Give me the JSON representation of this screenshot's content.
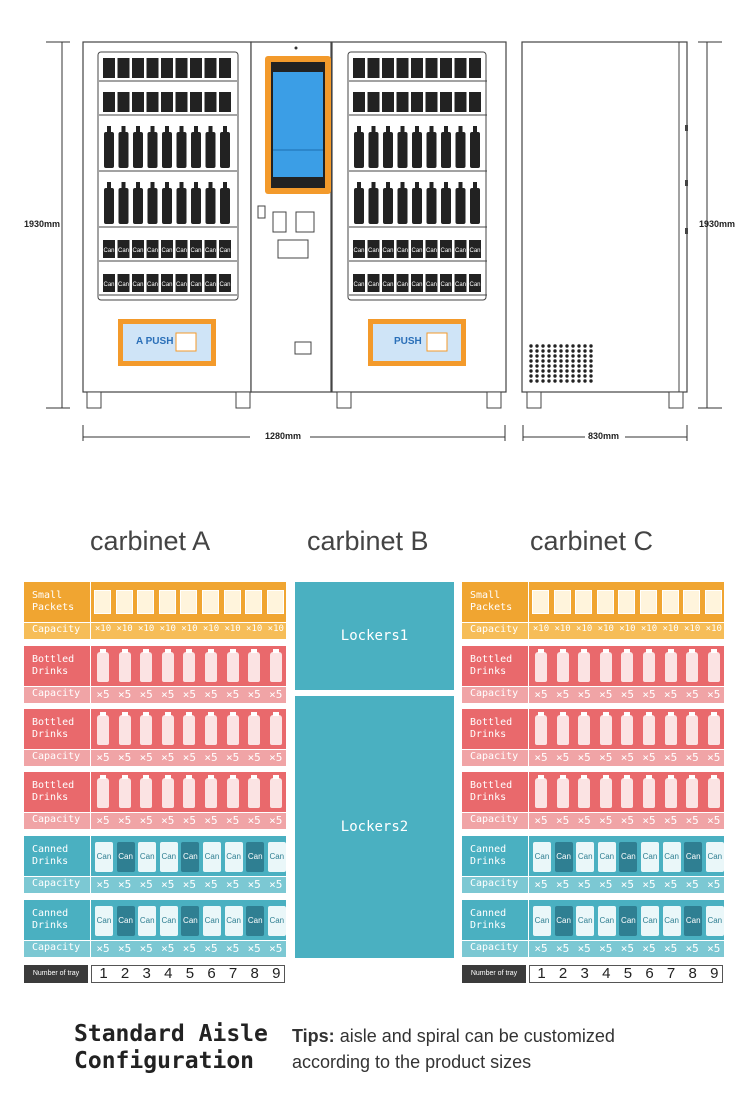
{
  "dimensions": {
    "height_left": "1930mm",
    "height_right": "1930mm",
    "width_front": "1280mm",
    "width_side": "830mm"
  },
  "machine": {
    "push_a": "A PUSH",
    "push_b": "PUSH",
    "can_label": "Can"
  },
  "cabinets": {
    "a": "carbinet A",
    "b": "carbinet B",
    "c": "carbinet C"
  },
  "rows": [
    {
      "type": "Small Packets",
      "line1": "Small",
      "line2": "Packets",
      "capacity_label": "Capacity",
      "capacity": "×10"
    },
    {
      "type": "Bottled Drinks",
      "line1": "Bottled",
      "line2": "Drinks",
      "capacity_label": "Capacity",
      "capacity": "×5"
    },
    {
      "type": "Bottled Drinks",
      "line1": "Bottled",
      "line2": "Drinks",
      "capacity_label": "Capacity",
      "capacity": "×5"
    },
    {
      "type": "Bottled Drinks",
      "line1": "Bottled",
      "line2": "Drinks",
      "capacity_label": "Capacity",
      "capacity": "×5"
    },
    {
      "type": "Canned Drinks",
      "line1": "Canned",
      "line2": "Drinks",
      "capacity_label": "Capacity",
      "capacity": "×5"
    },
    {
      "type": "Canned Drinks",
      "line1": "Canned",
      "line2": "Drinks",
      "capacity_label": "Capacity",
      "capacity": "×5"
    }
  ],
  "lockers": {
    "l1": "Lockers1",
    "l2": "Lockers2"
  },
  "tray": {
    "label": "Number of tray",
    "numbers": [
      "1",
      "2",
      "3",
      "4",
      "5",
      "6",
      "7",
      "8",
      "9"
    ]
  },
  "footer": {
    "title_line1": "Standard Aisle",
    "title_line2": "Configuration",
    "tips_label": "Tips:",
    "tips_line1": "aisle and spiral can be customized",
    "tips_line2": "according to the  product sizes"
  },
  "colors": {
    "orange": "#f0a531",
    "orange_light": "#f6bd58",
    "red": "#e9696c",
    "red_light": "#f0a4a6",
    "teal": "#4ab0c1",
    "teal_light": "#7cc8d3",
    "screen_frame": "#f39a2b",
    "screen": "#3b9ee6"
  }
}
